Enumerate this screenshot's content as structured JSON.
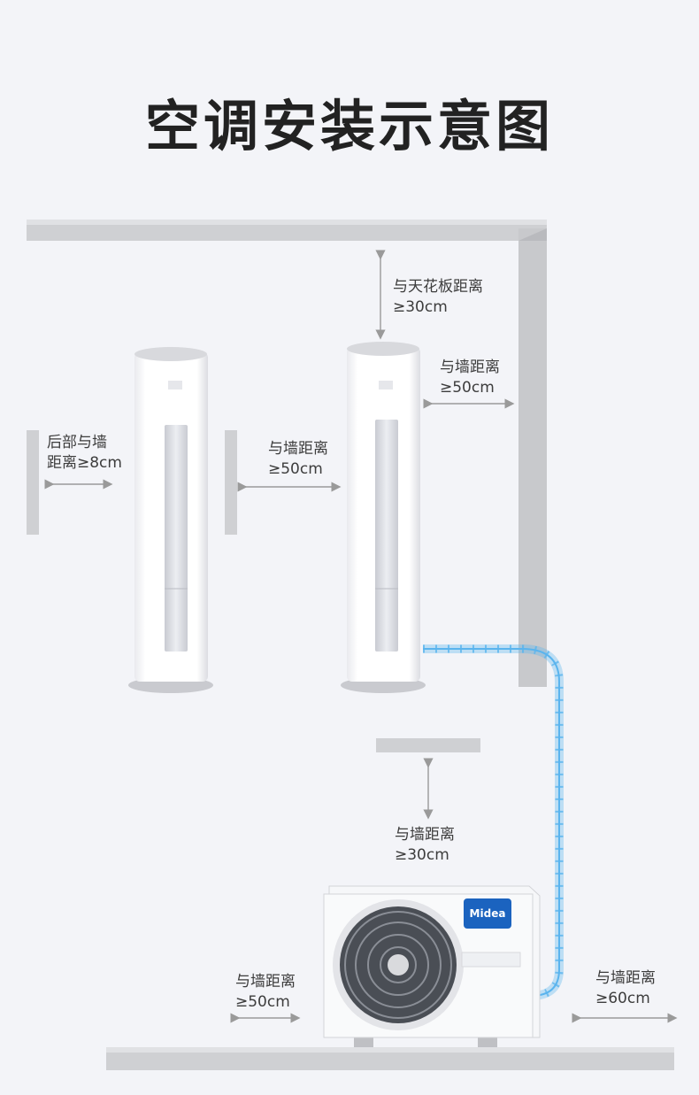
{
  "title": "空调安装示意图",
  "labels": {
    "ceiling_1": "与天花板距离",
    "ceiling_2": "≥30cm",
    "side_wall_1": "与墙距离",
    "side_wall_2": "≥50cm",
    "rear_wall_1": "后部与墙",
    "rear_wall_2": "距离≥8cm",
    "between_1": "与墙距离",
    "between_2": "≥50cm",
    "outdoor_top_1": "与墙距离",
    "outdoor_top_2": "≥30cm",
    "outdoor_left_1": "与墙距离",
    "outdoor_left_2": "≥50cm",
    "outdoor_right_1": "与墙距离",
    "outdoor_right_2": "≥60cm"
  },
  "brand": "Midea",
  "colors": {
    "background": "#f3f4f8",
    "wall": "#c8c9cc",
    "pipe": "#5ab4ee",
    "unit": "#ffffff",
    "brand_badge": "#1b63bf"
  }
}
